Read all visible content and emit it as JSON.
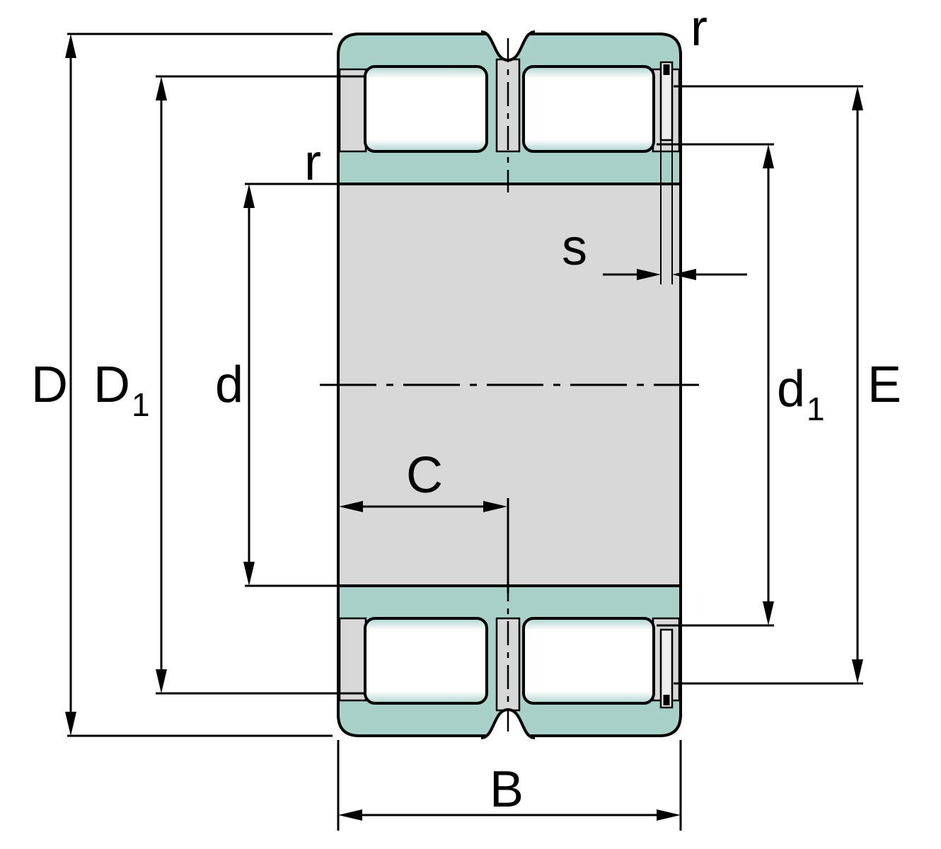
{
  "diagram": {
    "kind": "double-row-cylindrical-roller-bearing-cross-section",
    "labels": {
      "D": "D",
      "D1_base": "D",
      "D1_sub": "1",
      "d": "d",
      "d1_base": "d",
      "d1_sub": "1",
      "E": "E",
      "B": "B",
      "C": "C",
      "s": "s",
      "r_outer": "r",
      "r_inner": "r"
    }
  },
  "colors": {
    "ring_teal": "#a8d1ca",
    "roller_shade_teal": "#aed3cd",
    "section_gray": "#d8d8d8",
    "groove_gray": "#eeeeee",
    "outline_black": "#000000",
    "background": "#ffffff"
  }
}
